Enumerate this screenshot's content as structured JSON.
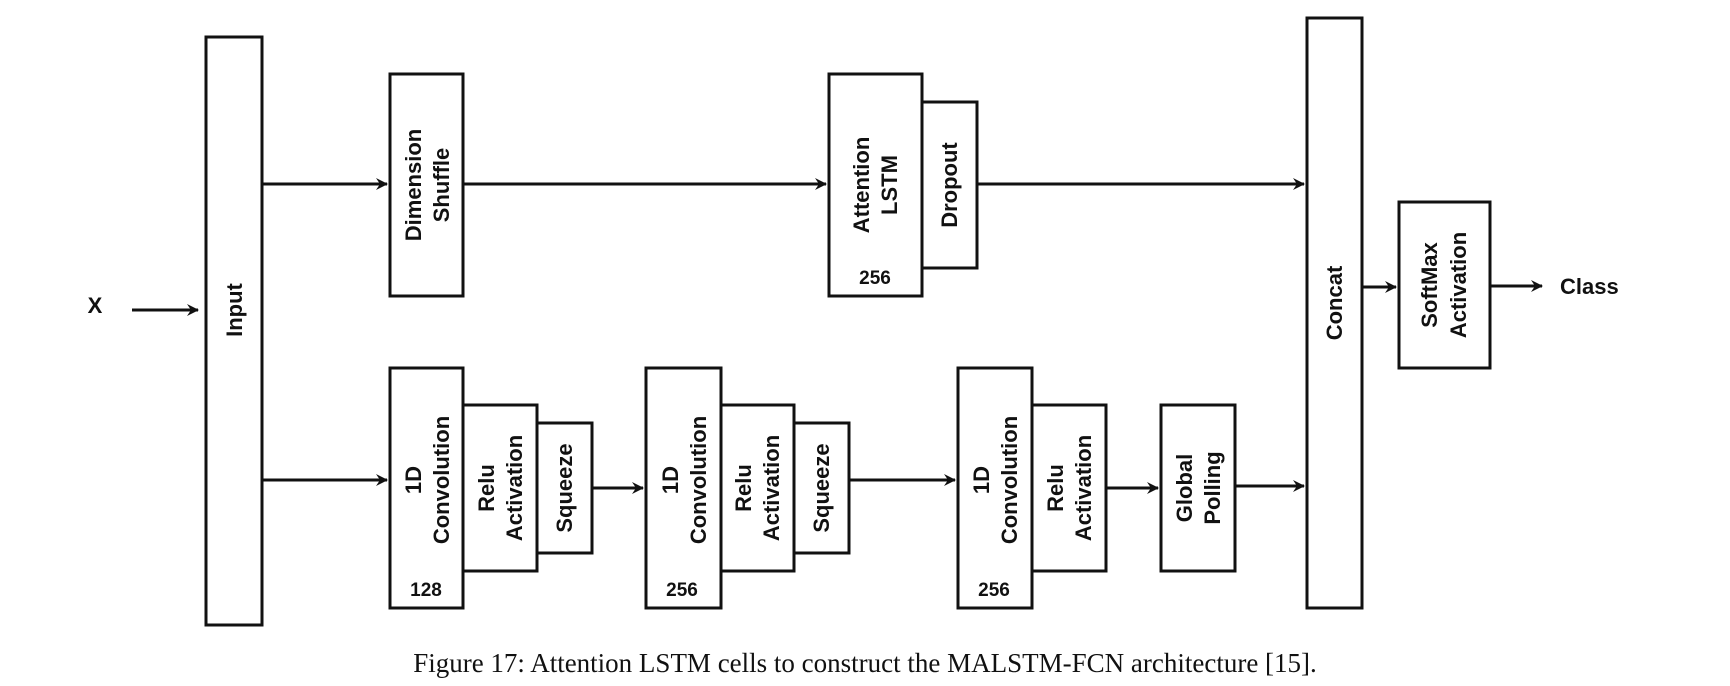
{
  "figure": {
    "caption": "Figure 17: Attention LSTM cells to construct the MALSTM-FCN architecture [15].",
    "input_symbol": "X",
    "output_label": "Class"
  },
  "blocks": {
    "input": {
      "lines": [
        "Input"
      ]
    },
    "dimension_shuffle": {
      "lines": [
        "Dimension",
        "Shuffle"
      ]
    },
    "attention_lstm": {
      "lines": [
        "Attention",
        "LSTM"
      ],
      "units": "256"
    },
    "dropout": {
      "lines": [
        "Dropout"
      ]
    },
    "concat": {
      "lines": [
        "Concat"
      ]
    },
    "softmax": {
      "lines": [
        "SoftMax",
        "Activation"
      ]
    },
    "conv1": {
      "lines": [
        "1D",
        "Convolution"
      ],
      "filters": "128"
    },
    "relu1": {
      "lines": [
        "Relu",
        "Activation"
      ]
    },
    "squeeze1": {
      "lines": [
        "Squeeze"
      ]
    },
    "conv2": {
      "lines": [
        "1D",
        "Convolution"
      ],
      "filters": "256"
    },
    "relu2": {
      "lines": [
        "Relu",
        "Activation"
      ]
    },
    "squeeze2": {
      "lines": [
        "Squeeze"
      ]
    },
    "conv3": {
      "lines": [
        "1D",
        "Convolution"
      ],
      "filters": "256"
    },
    "relu3": {
      "lines": [
        "Relu",
        "Activation"
      ]
    },
    "global_pooling": {
      "lines": [
        "Global",
        "Polling"
      ]
    }
  }
}
